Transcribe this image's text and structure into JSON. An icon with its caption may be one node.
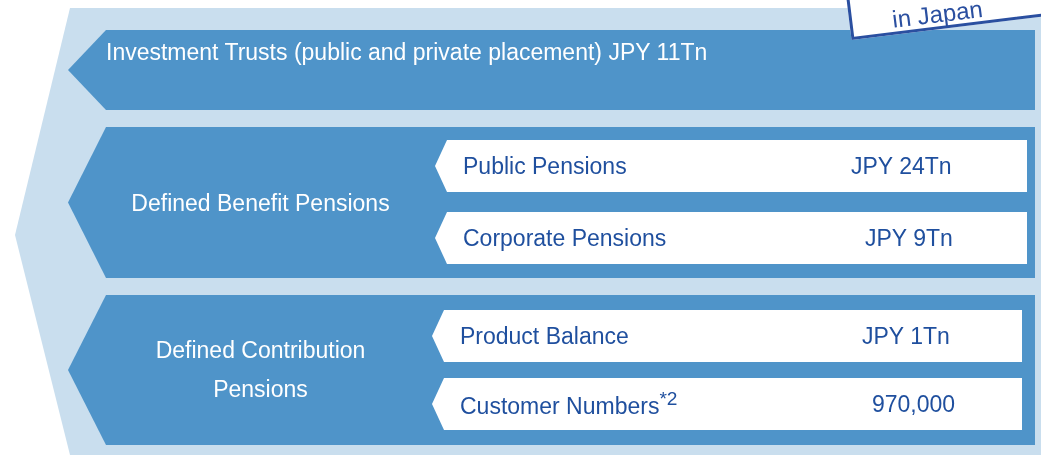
{
  "diagram": {
    "nodes": [
      {
        "text": [
          "Investment Trusts (public and private placement) JPY 11Tn"
        ]
      },
      {
        "text": [
          "Defined Benefit Pensions"
        ]
      },
      {
        "text": [
          "Public Pensions",
          "JPY 24Tn"
        ],
        "in": 1
      },
      {
        "text": [
          "Corporate Pensions",
          "JPY 9Tn"
        ],
        "in": 1
      },
      {
        "text": [
          "Defined Contribution Pensions"
        ]
      },
      {
        "text": [
          "Product Balance",
          "JPY 1Tn"
        ],
        "in": 4
      },
      {
        "text": [
          "Customer Numbers$^{*2}$",
          "970,000"
        ],
        "in": 4
      }
    ],
    "labels": [
      "in Japan"
    ]
  }
}
